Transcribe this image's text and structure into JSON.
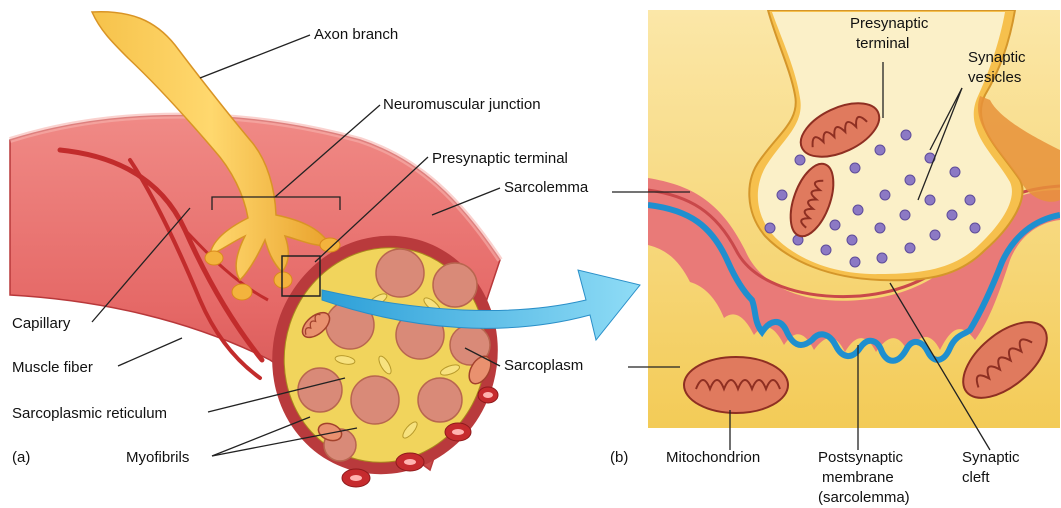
{
  "panel_a": {
    "tag": "(a)",
    "labels": {
      "axon_branch": "Axon branch",
      "neuromuscular_junction": "Neuromuscular junction",
      "presynaptic_terminal": "Presynaptic terminal",
      "sarcolemma": "Sarcolemma",
      "capillary": "Capillary",
      "muscle_fiber": "Muscle fiber",
      "sarcoplasmic_reticulum": "Sarcoplasmic reticulum",
      "myofibrils": "Myofibrils",
      "sarcoplasm": "Sarcoplasm"
    }
  },
  "panel_b": {
    "tag": "(b)",
    "labels": {
      "presynaptic_terminal_l1": "Presynaptic",
      "presynaptic_terminal_l2": "terminal",
      "synaptic_vesicles_l1": "Synaptic",
      "synaptic_vesicles_l2": "vesicles",
      "mitochondrion": "Mitochondrion",
      "postsynaptic_l1": "Postsynaptic",
      "postsynaptic_l2": "membrane",
      "postsynaptic_l3": "(sarcolemma)",
      "synaptic_cleft_l1": "Synaptic",
      "synaptic_cleft_l2": "cleft"
    }
  },
  "colors": {
    "fiber": "#e8706f",
    "fiber_dark": "#b8383a",
    "axon": "#f2b53d",
    "sarcoplasm_bg": "#f4cf62",
    "membrane_blue": "#1f8fcf",
    "vesicle": "#8c79c4",
    "arrow": "#5ec3ea"
  }
}
